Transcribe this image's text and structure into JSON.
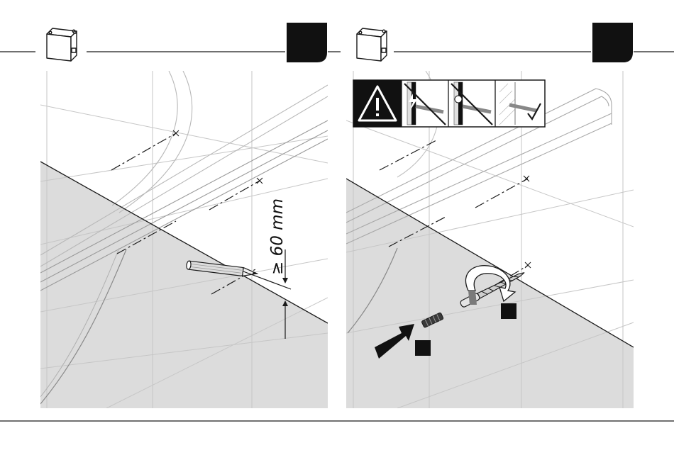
{
  "panels": [
    {
      "id": "left",
      "step_badge": "",
      "dimension_label": "≥ 60 mm",
      "icons": [
        "junction-box-icon",
        "pencil-icon"
      ]
    },
    {
      "id": "right",
      "step_badge": "",
      "warning_strip": {
        "icons": [
          "warning-triangle-icon",
          "no-drilling-electrical-cable-icon",
          "no-drilling-water-pipe-icon",
          "drill-ok-checkmark-icon"
        ]
      },
      "sub_steps": [
        "",
        ""
      ],
      "icons": [
        "junction-box-icon",
        "drill-bit-icon",
        "wall-plug-icon",
        "rotation-arrow-icon",
        "push-arrow-icon"
      ]
    }
  ],
  "colors": {
    "ink": "#1a1a1a",
    "floor": "#dcdcdc",
    "wall": "#ffffff",
    "guide_line": "#c8c8c8",
    "badge": "#111111"
  }
}
